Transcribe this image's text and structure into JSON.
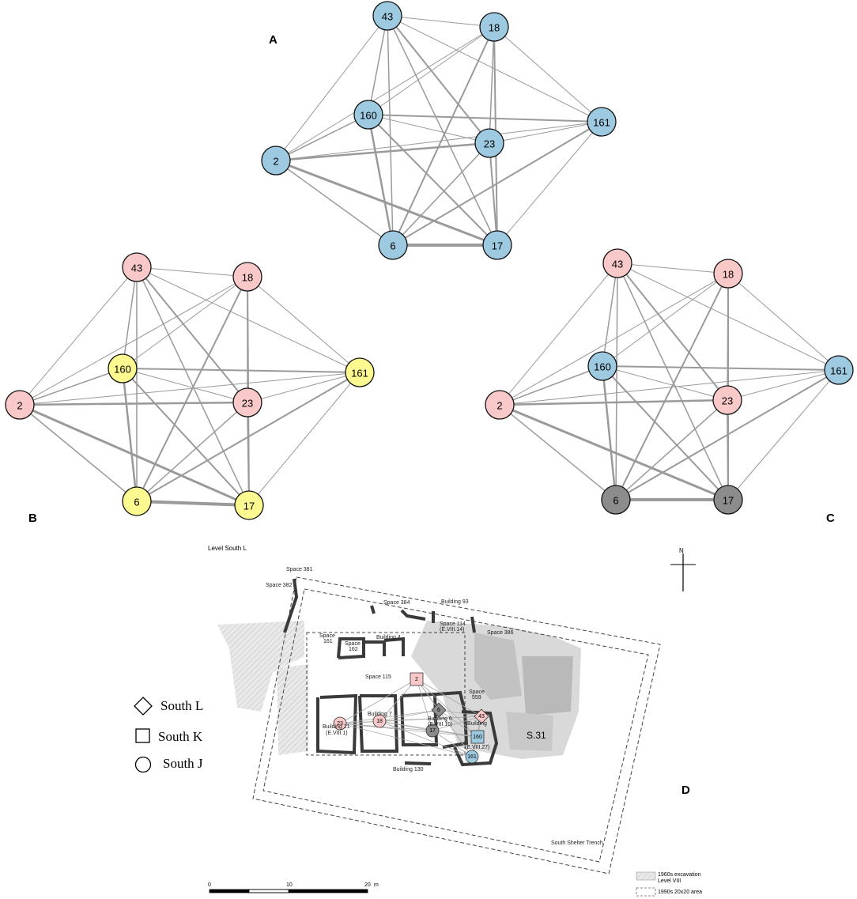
{
  "colors": {
    "south_j": "#9ecae1",
    "south_k": "#f9c9c9",
    "south_l": "#fbf98f",
    "grey_group": "#8c8c8c",
    "edge": "#9a9a9a"
  },
  "panels": {
    "A": {
      "letter": "A",
      "nodes": [
        {
          "id": "43",
          "group": "blue"
        },
        {
          "id": "18",
          "group": "blue"
        },
        {
          "id": "160",
          "group": "blue"
        },
        {
          "id": "161",
          "group": "blue"
        },
        {
          "id": "23",
          "group": "blue"
        },
        {
          "id": "2",
          "group": "blue"
        },
        {
          "id": "6",
          "group": "blue"
        },
        {
          "id": "17",
          "group": "blue"
        }
      ]
    },
    "B": {
      "letter": "B",
      "nodes": [
        {
          "id": "43",
          "group": "pink"
        },
        {
          "id": "18",
          "group": "pink"
        },
        {
          "id": "160",
          "group": "yellow"
        },
        {
          "id": "161",
          "group": "yellow"
        },
        {
          "id": "23",
          "group": "pink"
        },
        {
          "id": "2",
          "group": "pink"
        },
        {
          "id": "6",
          "group": "yellow"
        },
        {
          "id": "17",
          "group": "yellow"
        }
      ]
    },
    "C": {
      "letter": "C",
      "nodes": [
        {
          "id": "43",
          "group": "pink"
        },
        {
          "id": "18",
          "group": "pink"
        },
        {
          "id": "160",
          "group": "blue"
        },
        {
          "id": "161",
          "group": "blue"
        },
        {
          "id": "23",
          "group": "pink"
        },
        {
          "id": "2",
          "group": "pink"
        },
        {
          "id": "6",
          "group": "grey"
        },
        {
          "id": "17",
          "group": "grey"
        }
      ]
    }
  },
  "edges": [
    [
      "43",
      "18",
      1
    ],
    [
      "43",
      "160",
      1.5
    ],
    [
      "43",
      "161",
      1
    ],
    [
      "43",
      "23",
      2
    ],
    [
      "43",
      "2",
      1
    ],
    [
      "43",
      "6",
      1.5
    ],
    [
      "43",
      "17",
      1.5
    ],
    [
      "18",
      "160",
      1
    ],
    [
      "18",
      "161",
      1
    ],
    [
      "18",
      "23",
      1.5
    ],
    [
      "18",
      "2",
      1
    ],
    [
      "18",
      "6",
      2
    ],
    [
      "18",
      "17",
      2
    ],
    [
      "160",
      "161",
      2
    ],
    [
      "160",
      "23",
      1
    ],
    [
      "160",
      "2",
      1.5
    ],
    [
      "160",
      "6",
      2.5
    ],
    [
      "160",
      "17",
      2
    ],
    [
      "161",
      "23",
      1
    ],
    [
      "161",
      "2",
      1
    ],
    [
      "161",
      "6",
      2
    ],
    [
      "161",
      "17",
      1
    ],
    [
      "23",
      "2",
      2.5
    ],
    [
      "23",
      "6",
      1.5
    ],
    [
      "23",
      "17",
      2
    ],
    [
      "2",
      "6",
      1.5
    ],
    [
      "2",
      "17",
      3
    ],
    [
      "6",
      "17",
      4
    ]
  ],
  "map": {
    "letter": "D",
    "level_title": "Level South L",
    "north": "N",
    "labels": {
      "space381": "Space 381",
      "space382": "Space 382",
      "space384": "Space 384",
      "building93": "Building 93",
      "space114": "Space 114",
      "space114b": "(E.VIII.14)",
      "space386": "Space 386",
      "space161": "Space",
      "space161b": "161",
      "space162": "Space",
      "space162b": "162",
      "building4": "Building 4",
      "space115": "Space 115",
      "space559": "Space",
      "space559b": "559",
      "building7": "Building 7",
      "building21": "Building 21",
      "building21b": "(E.VIII.1)",
      "building6": "Building 6",
      "building6b": "(E.VIII.10)",
      "buildingX": "Building",
      "building27b": "(E.VIII.27)",
      "building130": "Building 130",
      "s31": "S.31",
      "trench": "South Shelter Trench"
    },
    "markers": [
      {
        "id": "2",
        "shape": "square",
        "color": "pink"
      },
      {
        "id": "6",
        "shape": "diamond",
        "color": "grey"
      },
      {
        "id": "43",
        "shape": "diamond",
        "color": "pink"
      },
      {
        "id": "23",
        "shape": "circle",
        "color": "pink"
      },
      {
        "id": "18",
        "shape": "circle",
        "color": "pink"
      },
      {
        "id": "17",
        "shape": "circle",
        "color": "grey"
      },
      {
        "id": "160",
        "shape": "square",
        "color": "blue"
      },
      {
        "id": "161",
        "shape": "circle",
        "color": "blue"
      }
    ],
    "shape_legend": [
      {
        "shape": "diamond",
        "label": "South L"
      },
      {
        "shape": "square",
        "label": "South K"
      },
      {
        "shape": "circle",
        "label": "South J"
      }
    ],
    "scale": {
      "ticks": [
        "0",
        "10",
        "20"
      ],
      "unit": "m"
    },
    "key": [
      {
        "style": "hatched",
        "line1": "1960s excavation",
        "line2": "Level VIII"
      },
      {
        "style": "dashed",
        "line1": "1990s 20x20 area",
        "line2": ""
      }
    ]
  }
}
